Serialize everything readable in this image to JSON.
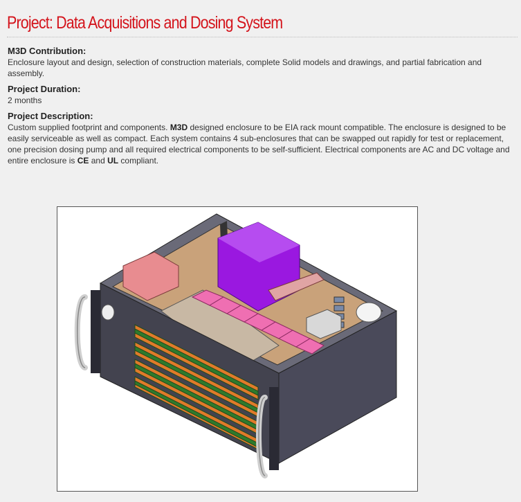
{
  "page": {
    "title": "Project: Data Acquisitions and Dosing System"
  },
  "sections": {
    "contribution": {
      "heading": "M3D Contribution:",
      "text": "Enclosure layout and design, selection of construction materials, complete Solid models and drawings, and partial fabrication and assembly."
    },
    "duration": {
      "heading": "Project Duration:",
      "text": "2 months"
    },
    "description": {
      "heading": "Project Description:",
      "parts": {
        "p1": "Custom supplied footprint and components.  ",
        "b1": "M3D",
        "p2": " designed enclosure to be EIA rack mount compatible.  The enclosure is designed to be easily serviceable as well as compact.  Each system contains 4 sub-enclosures that can be swapped out rapidly for test or replacement, one precision dosing pump and all required electrical components to be self-sufficient.  Electrical components are AC and DC voltage and entire enclosure is ",
        "b2": "CE",
        "p3": " and ",
        "b3": "UL",
        "p4": " compliant."
      }
    }
  },
  "figure": {
    "subject": "enclosure-3d-model"
  },
  "colors": {
    "title": "#d4141c",
    "background": "#f0f0f0"
  }
}
